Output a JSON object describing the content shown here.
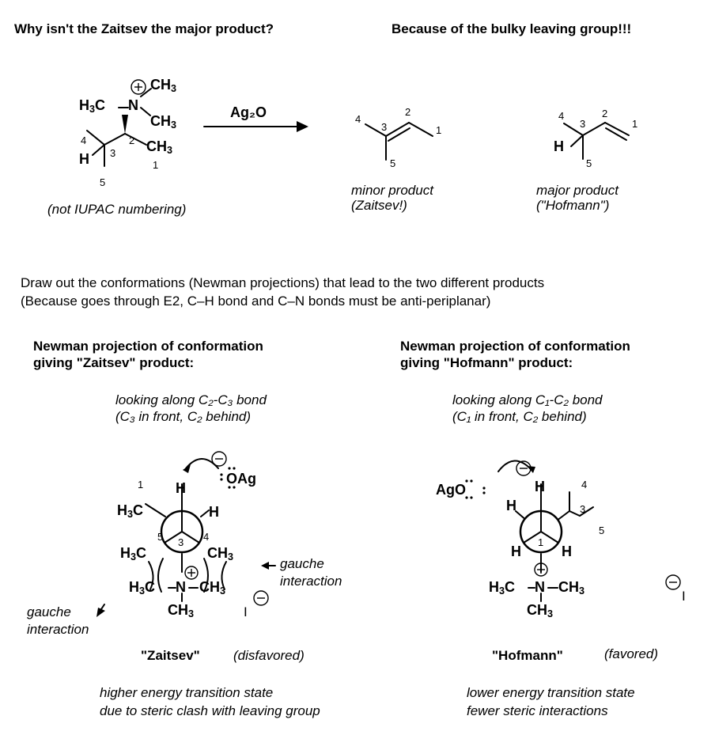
{
  "headings": {
    "question": "Why isn't the Zaitsev the major product?",
    "answer": "Because of the bulky leaving group!!!"
  },
  "reaction": {
    "reagent": "Ag₂O",
    "start_numbering_note": "(not IUPAC numbering)",
    "minor_product": [
      "minor product",
      "(Zaitsev!)"
    ],
    "major_product": [
      "major product",
      "(\"Hofmann\")"
    ]
  },
  "intro": [
    "Draw out the conformations (Newman projections) that lead to the two different products",
    "(Because goes through E2, C–H bond and C–N bonds must be anti-periplanar)"
  ],
  "left_panel": {
    "title": [
      "Newman projection of conformation",
      "giving \"Zaitsev\" product:"
    ],
    "looking": [
      "looking along C₂-C₃ bond",
      "(C₃ in front, C₂ behind)"
    ],
    "base_label": "OAg",
    "gauche_right": [
      "gauche",
      "interaction"
    ],
    "gauche_left": [
      "gauche",
      "interaction"
    ],
    "name": "\"Zaitsev\"",
    "status": "(disfavored)",
    "conclusion": [
      "higher energy transition state",
      "due to steric clash with leaving group"
    ]
  },
  "right_panel": {
    "title": [
      "Newman projection of conformation",
      "giving \"Hofmann\" product:"
    ],
    "looking": [
      "looking along C₁-C₂ bond",
      "(C₁ in front, C₂ behind)"
    ],
    "base_label": "AgO",
    "name": "\"Hofmann\"",
    "status": "(favored)",
    "conclusion": [
      "lower energy transition state",
      "fewer steric interactions"
    ]
  },
  "iodide": "I",
  "colors": {
    "ink": "#000000",
    "background": "#ffffff"
  }
}
